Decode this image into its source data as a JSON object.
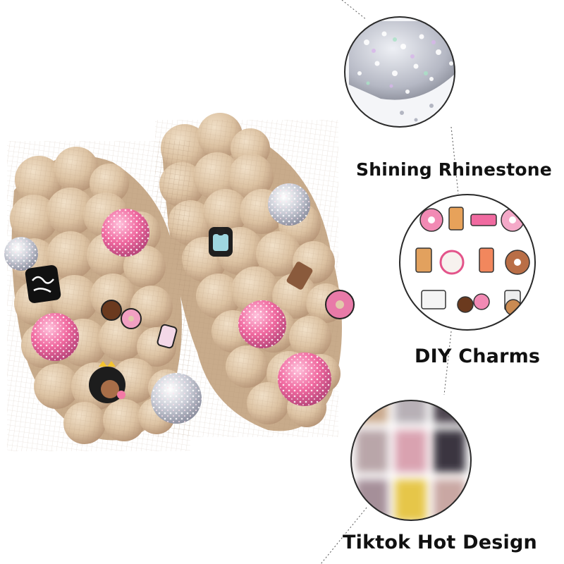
{
  "features": [
    {
      "label": "Shining Rhinestone",
      "icon": "rhinestone-pile-icon"
    },
    {
      "label": "DIY Charms",
      "icon": "charms-collection-icon"
    },
    {
      "label": "Tiktok Hot Design",
      "icon": "blurred-feed-icon"
    }
  ],
  "colors": {
    "background": "#ffffff",
    "slide_body": "#e2c9ab",
    "slide_shadow": "#b8987a",
    "rhinestone_pink": "#f06aa0",
    "rhinestone_silver": "#c9ccd6",
    "text": "#111111",
    "circle_border": "#2a2a2a"
  }
}
